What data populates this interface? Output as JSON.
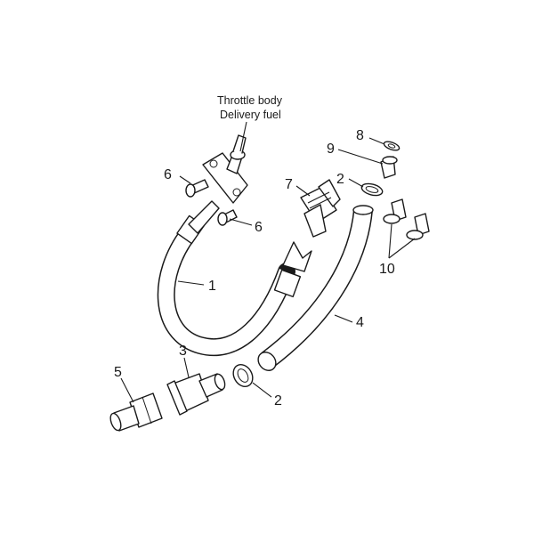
{
  "callout_text": {
    "line1": "Throttle body",
    "line2": "Delivery fuel"
  },
  "part_numbers": {
    "p1": "1",
    "p2a": "2",
    "p2b": "2",
    "p3": "3",
    "p4": "4",
    "p5": "5",
    "p6a": "6",
    "p6b": "6",
    "p7": "7",
    "p8": "8",
    "p9": "9",
    "p10": "10"
  }
}
